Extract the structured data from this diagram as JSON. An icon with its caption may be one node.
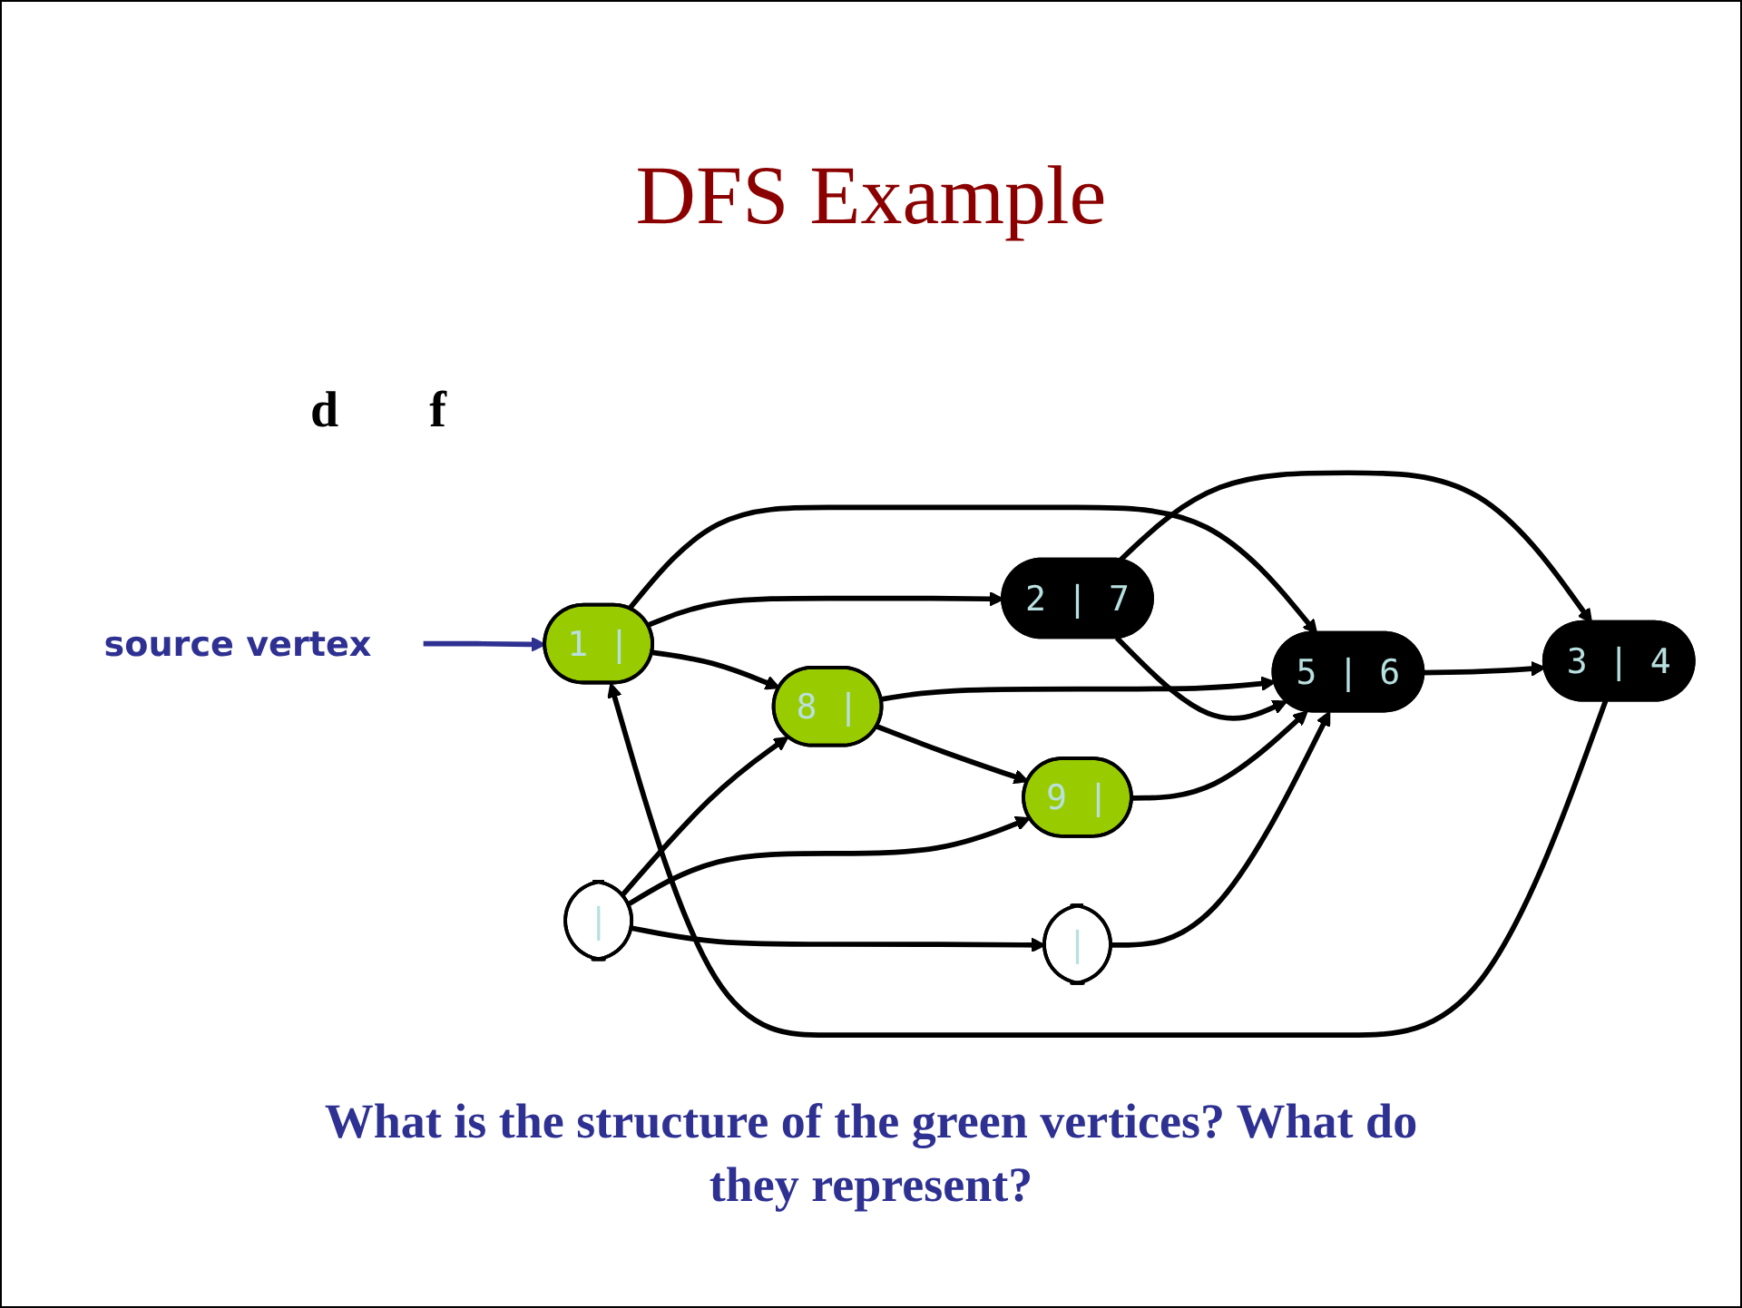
{
  "diagram": {
    "title": "DFS Example",
    "caption": "What is the structure of the green vertices? What do they represent?",
    "nodes": [
      {
        "text": [
          "source vertex"
        ]
      },
      {
        "text": [
          "1 |"
        ]
      },
      {
        "text": [
          "8 |"
        ]
      },
      {
        "text": [
          "|"
        ]
      },
      {
        "text": [
          "2 | 7"
        ]
      },
      {
        "text": [
          "9 |"
        ]
      },
      {
        "text": [
          "3 | 4"
        ]
      },
      {
        "text": [
          "5 | 6"
        ]
      },
      {
        "text": [
          "|"
        ]
      }
    ],
    "edges": [
      {
        "from": 0,
        "to": 1,
        "arrow": "to",
        "color": "#2e3192"
      },
      {
        "from": 1,
        "to": 2,
        "arrow": "to"
      },
      {
        "from": 3,
        "to": 2,
        "arrow": "to"
      },
      {
        "from": 1,
        "to": 4,
        "arrow": "to"
      },
      {
        "from": 1,
        "to": 7,
        "arrow": "to"
      },
      {
        "from": 2,
        "to": 7,
        "arrow": "to"
      },
      {
        "from": 2,
        "to": 5,
        "arrow": "to"
      },
      {
        "from": 3,
        "to": 5,
        "arrow": "to"
      },
      {
        "from": 3,
        "to": 8,
        "arrow": "to"
      },
      {
        "from": 4,
        "to": 6,
        "arrow": "to"
      },
      {
        "from": 4,
        "to": 7,
        "arrow": "to"
      },
      {
        "from": 6,
        "to": 1,
        "arrow": "to"
      },
      {
        "from": 5,
        "to": 7,
        "arrow": "to"
      },
      {
        "from": 7,
        "to": 6,
        "arrow": "to"
      },
      {
        "from": 8,
        "to": 7,
        "arrow": "to"
      }
    ],
    "labels": [
      "d",
      "f"
    ]
  }
}
